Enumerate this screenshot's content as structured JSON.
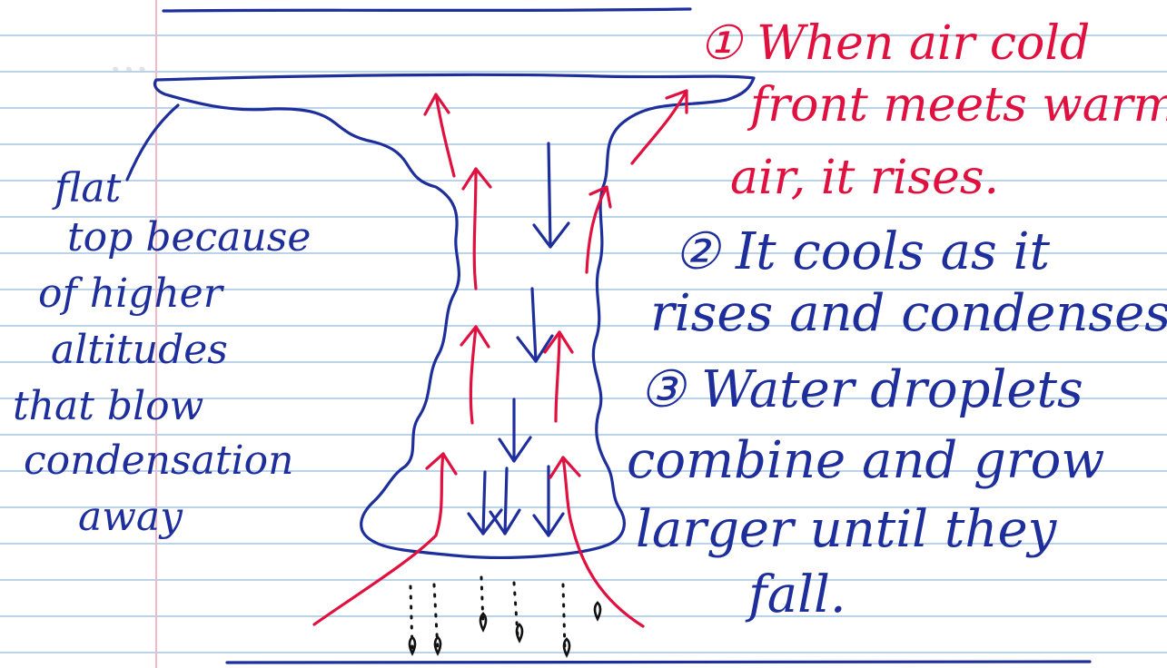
{
  "left_label": {
    "lines": [
      "flat",
      "top because",
      "of higher",
      "altitudes",
      "that blow",
      "condensation",
      "away"
    ]
  },
  "steps": {
    "step1": [
      "① When air cold",
      "front meets warm",
      "air, it rises."
    ],
    "step2": [
      "② It cools as it",
      "rises and condenses."
    ],
    "step3": [
      "③ Water droplets",
      "combine and grow",
      "larger until they",
      "fall."
    ]
  },
  "colors": {
    "blue_ink": "#1e2f9c",
    "red_ink": "#e0103f",
    "paper": "#ffffff",
    "rule_line": "#b9d3ea",
    "margin_line": "#f2b8c6"
  }
}
